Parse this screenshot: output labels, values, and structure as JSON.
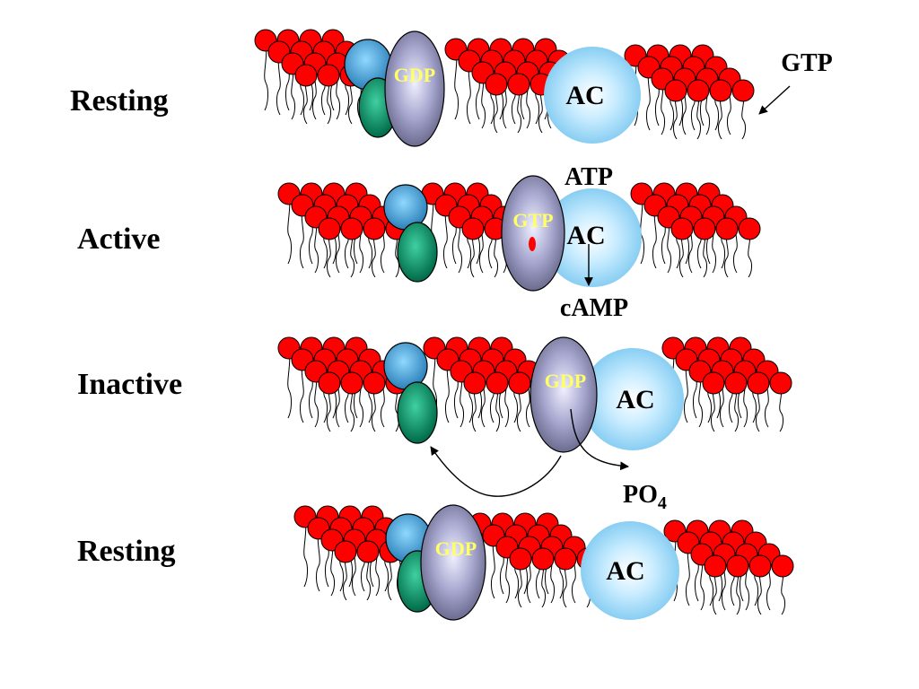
{
  "labels": {
    "resting_top": "Resting",
    "active": "Active",
    "inactive": "Inactive",
    "resting_bottom": "Resting"
  },
  "molecules": {
    "gtp_free": "GTP",
    "atp": "ATP",
    "camp": "cAMP",
    "po4_base": "PO",
    "po4_sub": "4",
    "gdp": "GDP",
    "gtp": "GTP",
    "ac": "AC"
  },
  "colors": {
    "lipid_head": "#ff0000",
    "alpha_subunit": "#8f8fb8",
    "beta_subunit": "#3a9fd4",
    "gamma_subunit": "#0f8f6a",
    "adenylyl_cyclase": "#9fdcff",
    "nucleotide_text": "#ffff66"
  }
}
